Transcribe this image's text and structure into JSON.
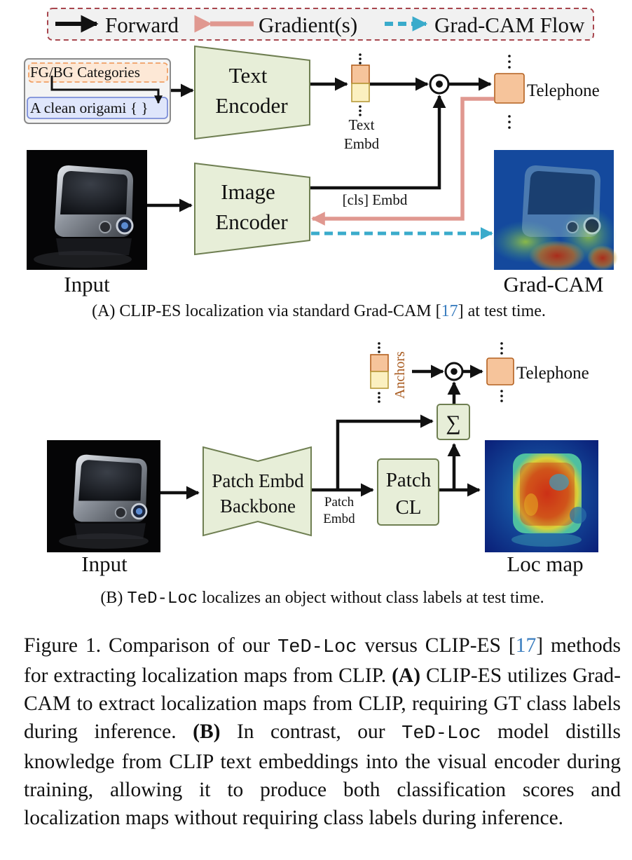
{
  "legend": {
    "forward": "Forward",
    "gradients": "Gradient(s)",
    "gradcam_flow": "Grad-CAM Flow"
  },
  "panel_a": {
    "prompt_categories": "FG/BG Categories",
    "prompt_template": "A clean origami { }",
    "text_encoder_line1": "Text",
    "text_encoder_line2": "Encoder",
    "image_encoder_line1": "Image",
    "image_encoder_line2": "Encoder",
    "text_embd_line1": "Text",
    "text_embd_line2": "Embd",
    "cls_embd": "[cls] Embd",
    "class_output": "Telephone",
    "input_label": "Input",
    "output_label": "Grad-CAM",
    "caption_prefix": "(A) CLIP-ES localization via standard Grad-CAM [",
    "caption_ref": "17",
    "caption_suffix": "] at test time."
  },
  "panel_b": {
    "anchors": "Anchors",
    "sum_symbol": "∑",
    "class_output": "Telephone",
    "backbone_line1": "Patch Embd",
    "backbone_line2": "Backbone",
    "patch_embd_line1": "Patch",
    "patch_embd_line2": "Embd",
    "patch_cl_line1": "Patch",
    "patch_cl_line2": "CL",
    "input_label": "Input",
    "output_label": "Loc map",
    "caption_prefix": "(B) ",
    "caption_method": "TeD-Loc",
    "caption_suffix": " localizes an object without class labels at test time."
  },
  "caption": {
    "t1": "Figure 1.  Comparison of our ",
    "m1": "TeD-Loc",
    "t2": " versus CLIP-ES [",
    "ref": "17",
    "t3": "] methods for extracting localization maps from CLIP. ",
    "b1": "(A)",
    "t4": " CLIP-ES utilizes Grad-CAM to extract localization maps from CLIP, requiring GT class labels during inference.  ",
    "b2": "(B)",
    "t5": " In contrast, our ",
    "m2": "TeD-Loc",
    "t6": " model distills knowledge from CLIP text embeddings into the visual encoder during training, allowing it to produce both classification scores and localization maps without requiring class labels during inference."
  },
  "colors": {
    "encoder_fill": "#e7eed8",
    "encoder_stroke": "#6f7f52",
    "orange": "#f6c49b",
    "orange_stroke": "#b4601f",
    "yellow": "#fbf0c0",
    "gradient_arrow": "#e09890",
    "gradcam_arrow": "#3aabcb",
    "legend_border": "#a8464e",
    "legend_fill": "#f1f1f1",
    "anchors_text": "#a85a1e"
  }
}
